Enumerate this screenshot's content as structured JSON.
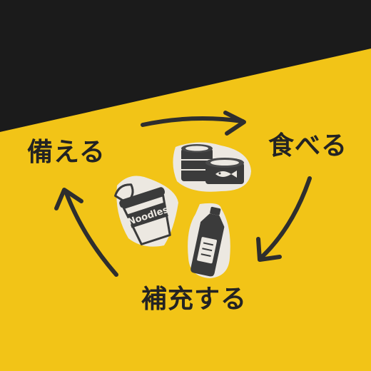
{
  "scene": {
    "labels": {
      "stockpile": "備える",
      "eat": "食べる",
      "replenish": "補充する"
    },
    "cup_text": "Noodles"
  },
  "colors": {
    "background_dark": "#1b1b1b",
    "background_yellow": "#f2c417",
    "ink": "#2e2e2e",
    "sticker_paper": "#ece8e1"
  },
  "icons": [
    "curved-arrow-icon",
    "canned-food-icon",
    "fish-can-icon",
    "cup-noodle-icon",
    "water-bottle-icon"
  ]
}
